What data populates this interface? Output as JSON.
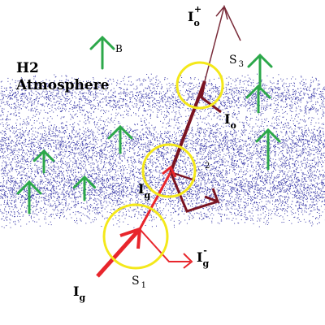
{
  "labels": {
    "atmosphere_line1": "H2",
    "atmosphere_line2": "Atmosphere",
    "field": "B",
    "incident": "I",
    "incident_sub": "g",
    "reflected": "I",
    "reflected_sub": "g",
    "reflected_sup": "-",
    "s1": "S",
    "s1_sub": "1",
    "s2_partial_sub": "2",
    "mid_gas": "I",
    "mid_gas_sub": "g",
    "outer": "I",
    "outer_sub": "o",
    "top": "I",
    "top_sub": "o",
    "top_sup": "+",
    "s3": "S",
    "s3_sub": "3"
  },
  "colors": {
    "gas_dots": "#3a3aa8",
    "field_arrows": "#2ca84a",
    "incident_beam": "#e8262c",
    "dark_beam": "#7a1422",
    "top_beam": "#7a2c3a",
    "rings": "#f4e81a"
  },
  "icons": [
    "field-arrow-icon"
  ]
}
